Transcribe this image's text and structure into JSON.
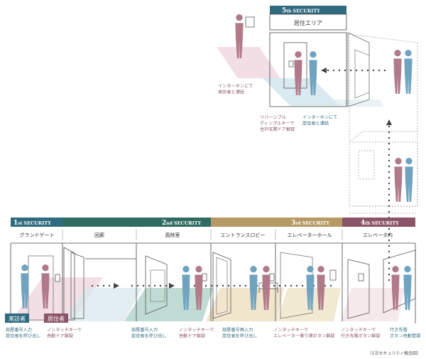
{
  "colors": {
    "sec1": "#2f6b7f",
    "sec2": "#2f6b62",
    "sec3": "#b79a63",
    "sec4": "#8c5468",
    "sec5": "#2f6b7f",
    "visitor": "#6fa3c0",
    "resident": "#b07a88",
    "zone_visitor": "#b9d8e6",
    "zone_resident": "#e9c9d3",
    "zone_green": "#a9cfc4",
    "zone_beige": "#eedfbf",
    "line": "#444444",
    "dotted": "#9a9a9a"
  },
  "security_levels": [
    {
      "num": "1",
      "suffix": "st",
      "word": "SECURITY"
    },
    {
      "num": "2",
      "suffix": "nd",
      "word": "SECURITY"
    },
    {
      "num": "3",
      "suffix": "rd",
      "word": "SECURITY"
    },
    {
      "num": "4",
      "suffix": "th",
      "word": "SECURITY"
    },
    {
      "num": "5",
      "suffix": "th",
      "word": "SECURITY"
    }
  ],
  "areas": [
    "グランドゲート",
    "回廊",
    "風除室",
    "エントランスロビー",
    "エレベーターホール",
    "エレベータ内"
  ],
  "top_area": "居住エリア",
  "tags": {
    "visitor": "来訪者",
    "resident": "居住者"
  },
  "captions": {
    "c1": [
      "部屋番号入力",
      "居住者を呼び出し"
    ],
    "c2": [
      "ノンタッチキーで",
      "自動ドア解錠"
    ],
    "c3": [
      "部屋番号入力",
      "居住者を呼び出し"
    ],
    "c4": [
      "ノンタッチキーで",
      "自動ドア解錠"
    ],
    "c5": [
      "部屋番号再入力",
      "居住者を呼び出し"
    ],
    "c6": [
      "ノンタッチキーで",
      "エレベーター乗り場ボタン解錠"
    ],
    "c7": [
      "ノンタッチキーで",
      "行き先階ボタン解錠"
    ],
    "c8": [
      "行き先階",
      "ボタン自動登録"
    ],
    "t1": [
      "インターホンにて",
      "来訪者と通話"
    ],
    "t2": [
      "リバーシブル",
      "ディンプルキーで",
      "住戸玄関ドア解錠"
    ],
    "t3": [
      "インターホンにて",
      "居住者と通話"
    ]
  },
  "note": "（5次セキュリティ概念図）"
}
